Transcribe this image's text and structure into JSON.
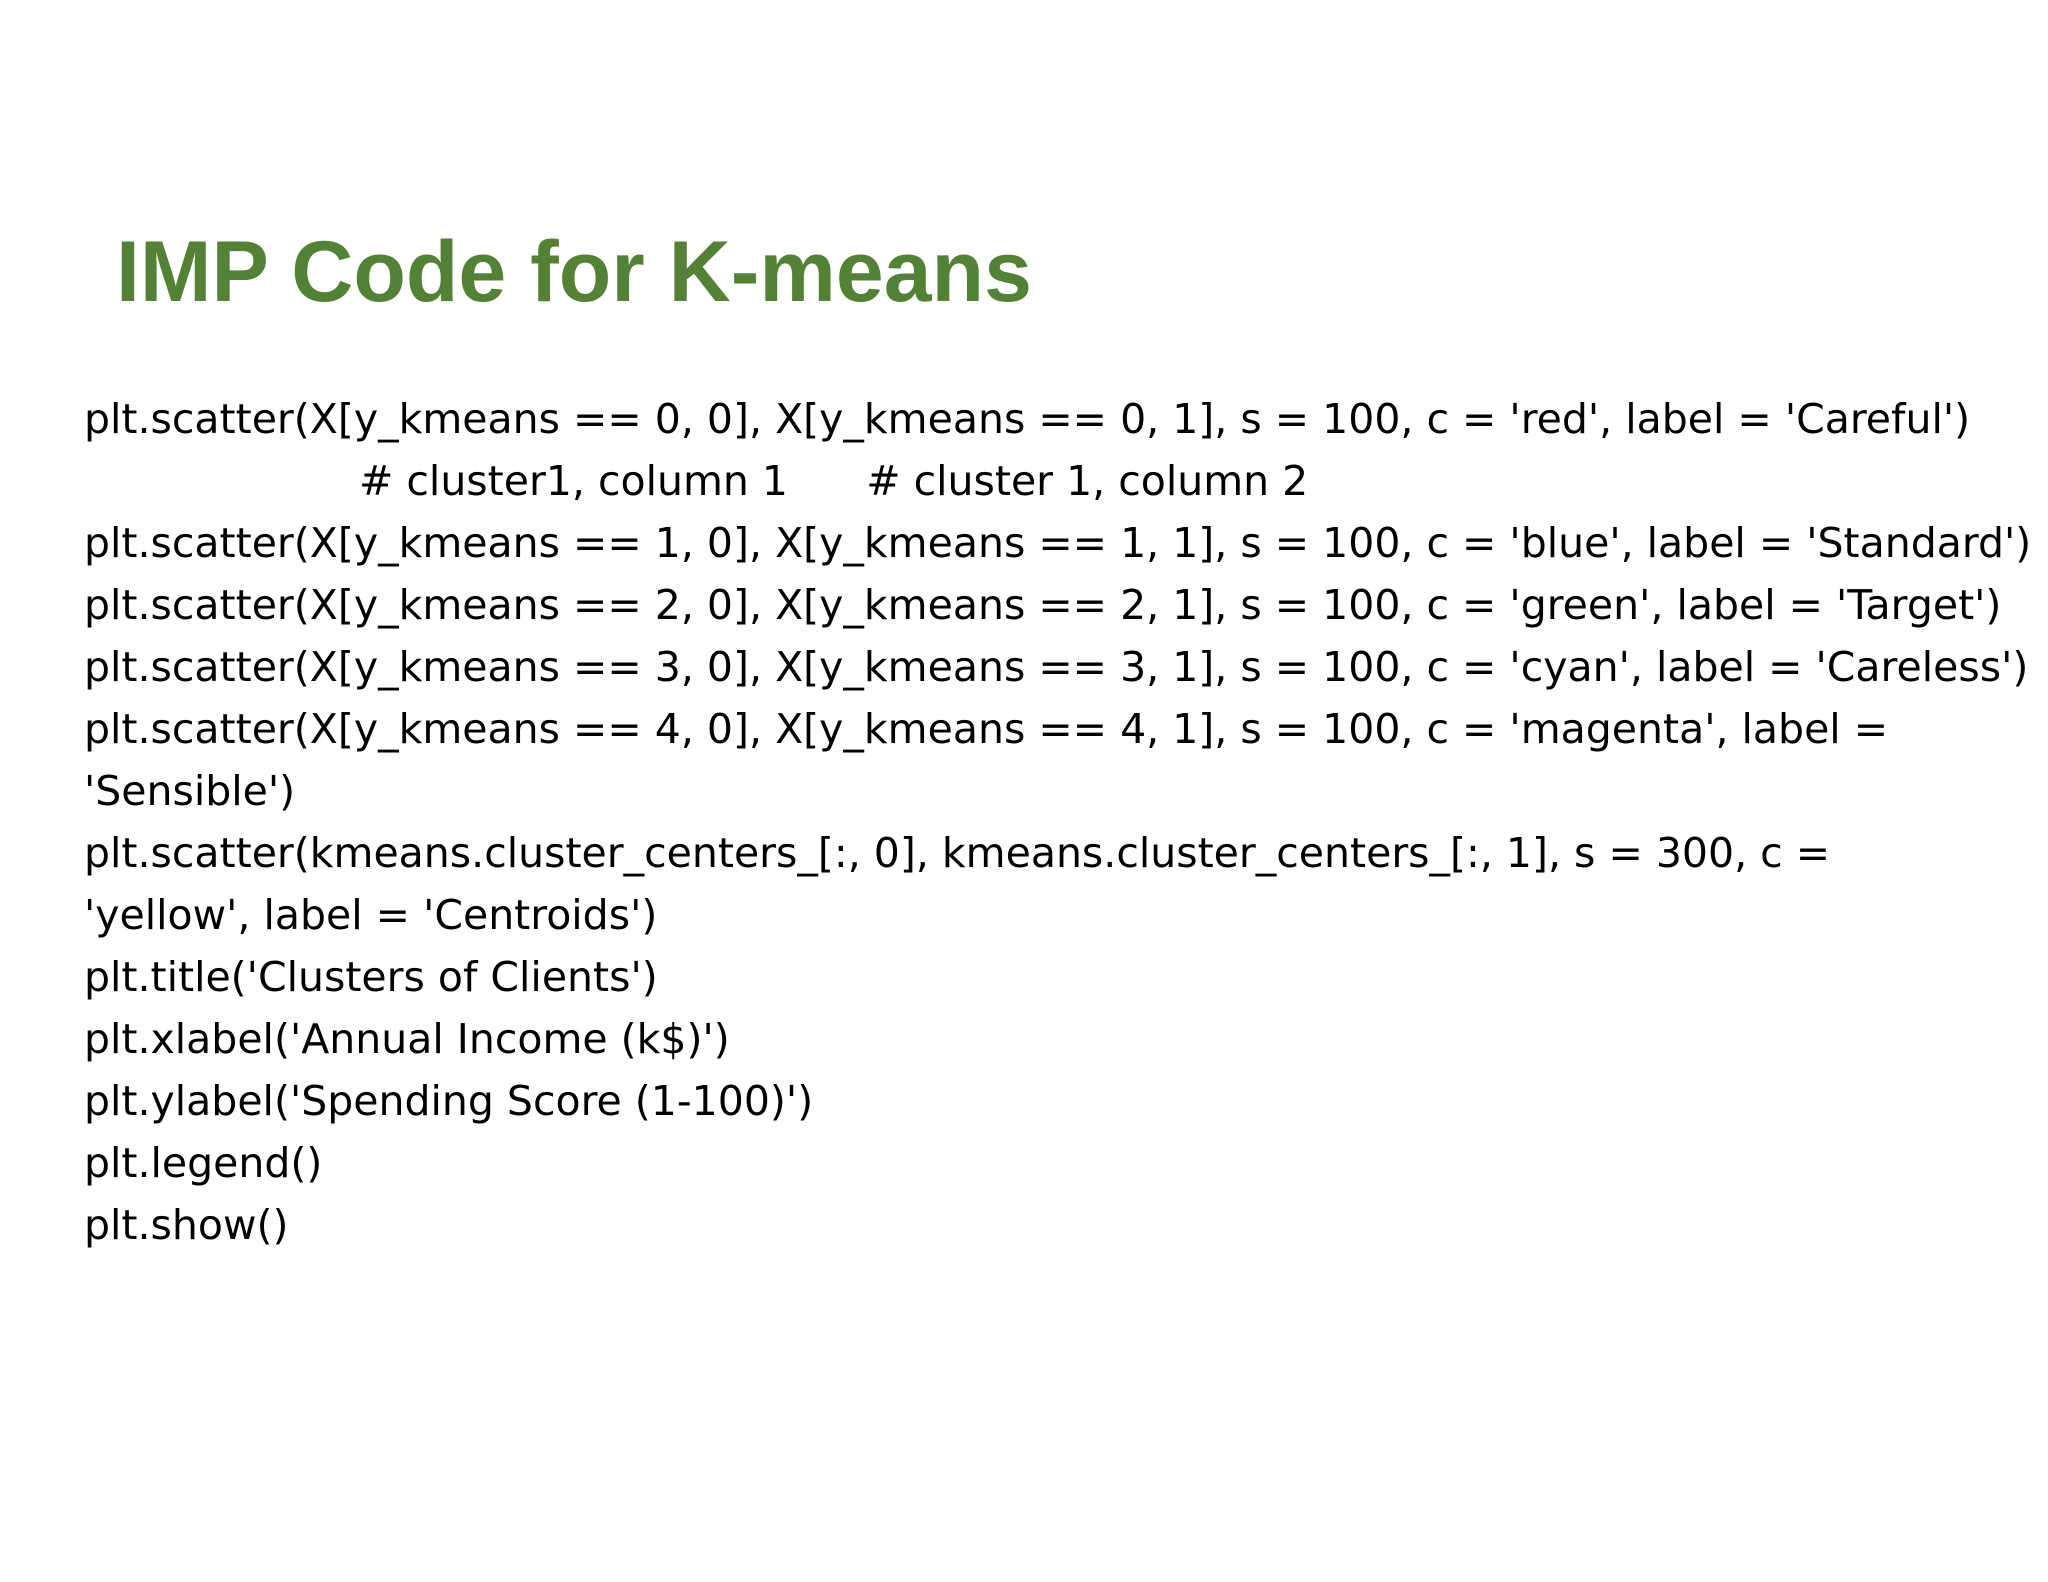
{
  "slide": {
    "title": "IMP Code for K-means",
    "lines": [
      "plt.scatter(X[y_kmeans == 0, 0], X[y_kmeans == 0, 1], s = 100, c = 'red', label = 'Careful')",
      "# cluster1, column 1      # cluster 1, column 2",
      "plt.scatter(X[y_kmeans == 1, 0], X[y_kmeans == 1, 1], s = 100, c = 'blue', label = 'Standard')",
      "plt.scatter(X[y_kmeans == 2, 0], X[y_kmeans == 2, 1], s = 100, c = 'green', label = 'Target')",
      "plt.scatter(X[y_kmeans == 3, 0], X[y_kmeans == 3, 1], s = 100, c = 'cyan', label = 'Careless')",
      "plt.scatter(X[y_kmeans == 4, 0], X[y_kmeans == 4, 1], s = 100, c = 'magenta', label =",
      "'Sensible')",
      "plt.scatter(kmeans.cluster_centers_[:, 0], kmeans.cluster_centers_[:, 1], s = 300, c =",
      "'yellow', label = 'Centroids')",
      "plt.title('Clusters of Clients')",
      "plt.xlabel('Annual Income (k$)')",
      "plt.ylabel('Spending Score (1-100)')",
      "plt.legend()",
      "plt.show()"
    ]
  },
  "colors": {
    "title": "#538135",
    "text": "#000000",
    "background": "#ffffff"
  }
}
